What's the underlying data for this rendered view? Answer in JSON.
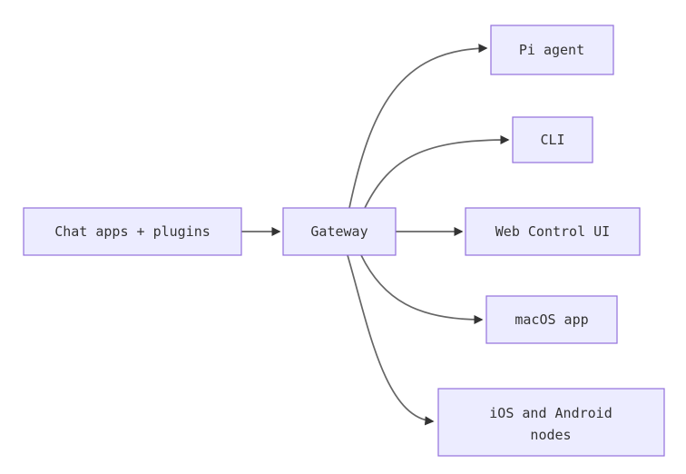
{
  "diagram": {
    "type": "flowchart",
    "direction": "left-to-right",
    "colors": {
      "background": "#ffffff",
      "node_fill": "#ECECFF",
      "node_border": "#9370DB",
      "edge_stroke": "#666666",
      "arrowhead": "#333333",
      "label_text": "#333333"
    },
    "nodes": {
      "chat": {
        "label": "Chat apps + plugins"
      },
      "gateway": {
        "label": "Gateway"
      },
      "pi": {
        "label": "Pi agent"
      },
      "cli": {
        "label": "CLI"
      },
      "web": {
        "label": "Web Control UI"
      },
      "macos": {
        "label": "macOS app"
      },
      "ios": {
        "label": "iOS and Android nodes",
        "label_line1": "iOS and Android",
        "label_line2": "nodes"
      }
    },
    "edges": [
      {
        "from": "Chat apps + plugins",
        "to": "Gateway"
      },
      {
        "from": "Gateway",
        "to": "Pi agent"
      },
      {
        "from": "Gateway",
        "to": "CLI"
      },
      {
        "from": "Gateway",
        "to": "Web Control UI"
      },
      {
        "from": "Gateway",
        "to": "macOS app"
      },
      {
        "from": "Gateway",
        "to": "iOS and Android nodes"
      }
    ]
  }
}
